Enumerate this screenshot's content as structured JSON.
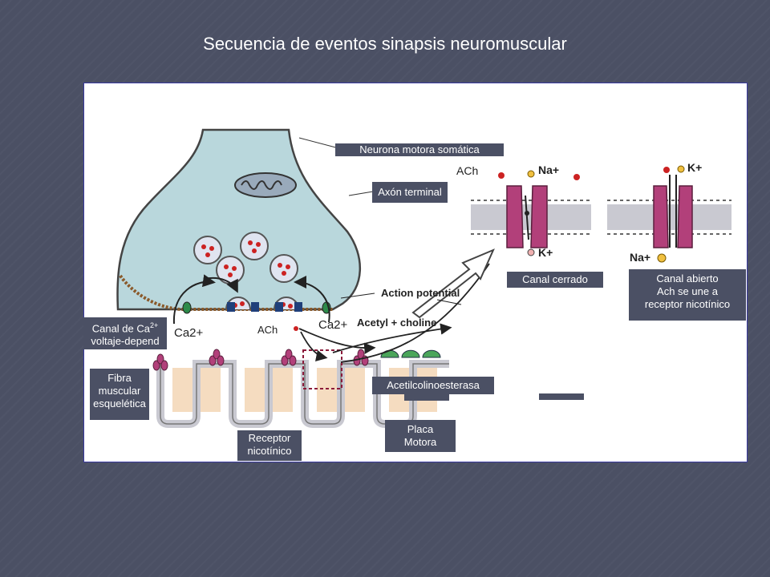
{
  "slide": {
    "title": "Secuencia de eventos sinapsis neuromuscular"
  },
  "labels": {
    "neurona": "Neurona motora somática",
    "axon": "Axón terminal",
    "canal_cerrado": "Canal cerrado",
    "canal_abierto_1": "Canal abierto",
    "canal_abierto_2": "Ach se une a",
    "canal_abierto_3": "receptor nicotínico",
    "canal_ca_1": "Canal de Ca",
    "canal_ca_sup": "2+",
    "canal_ca_2": "voltaje-depend",
    "fibra_1": "Fibra",
    "fibra_2": "muscular",
    "fibra_3": "esquelética",
    "acetilcolinoesterasa": "Acetilcolinoesterasa",
    "placa_1": "Placa",
    "placa_2": "Motora",
    "receptor_1": "Receptor",
    "receptor_2": "nicotínico"
  },
  "figure": {
    "ach": "ACh",
    "na": "Na+",
    "k": "K+",
    "ca": "Ca2+",
    "action_potential": "Action potential",
    "acetyl_choline": "Acetyl + choline"
  },
  "colors": {
    "background": "#4b5064",
    "terminal_fill": "#b9d7dc",
    "channel": "#b2407a",
    "membrane": "#c9c9d1",
    "muscle": "#f5dcc0",
    "vesicle": "#e0e4f0",
    "ach_dot": "#cc2222",
    "enzyme": "#4aa55a"
  }
}
